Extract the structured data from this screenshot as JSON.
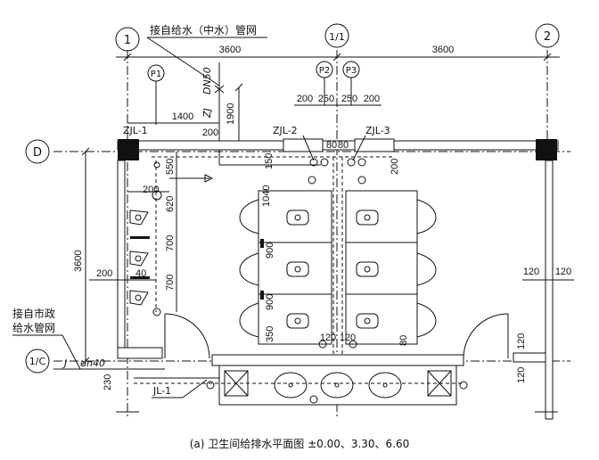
{
  "caption": "(a) 卫生间给排水平面图 ±0.00、3.30、6.60",
  "axes": {
    "a1": "1",
    "a11": "1/1",
    "a2": "2",
    "aD": "D",
    "a1C": "1/C",
    "p1": "P1",
    "p2": "P2",
    "p3": "P3"
  },
  "notes": {
    "supply_top": "接自给水（中水）管网",
    "supply_left_1": "接自市政",
    "supply_left_2": "给水管网"
  },
  "pipes": {
    "zjl1": "ZJL-1",
    "zjl2": "ZJL-2",
    "zjl3": "ZJL-3",
    "jl1": "JL-1",
    "zj": "ZJ",
    "dn50": "DN50",
    "j": "J",
    "dn40": "dn40"
  },
  "dims": {
    "d3600a": "3600",
    "d3600b": "3600",
    "d3600v": "3600",
    "d1400": "1400",
    "d1900": "1900",
    "d200a": "200",
    "d250a": "250",
    "d250b": "250",
    "d200b": "200",
    "d200c": "200",
    "d80a": "80",
    "d80b": "80",
    "d150": "150",
    "d200d": "200",
    "d550": "550",
    "d200e": "200",
    "d620": "620",
    "d700a": "700",
    "d700b": "700",
    "d1040": "1040",
    "d900a": "900",
    "d900b": "900",
    "d350": "350",
    "d200f": "200",
    "d40": "40",
    "d120a": "120",
    "d120b": "120",
    "d120c": "120",
    "d120d": "120",
    "d120e": "120",
    "d120f": "120",
    "d80c": "80",
    "d230": "230"
  }
}
